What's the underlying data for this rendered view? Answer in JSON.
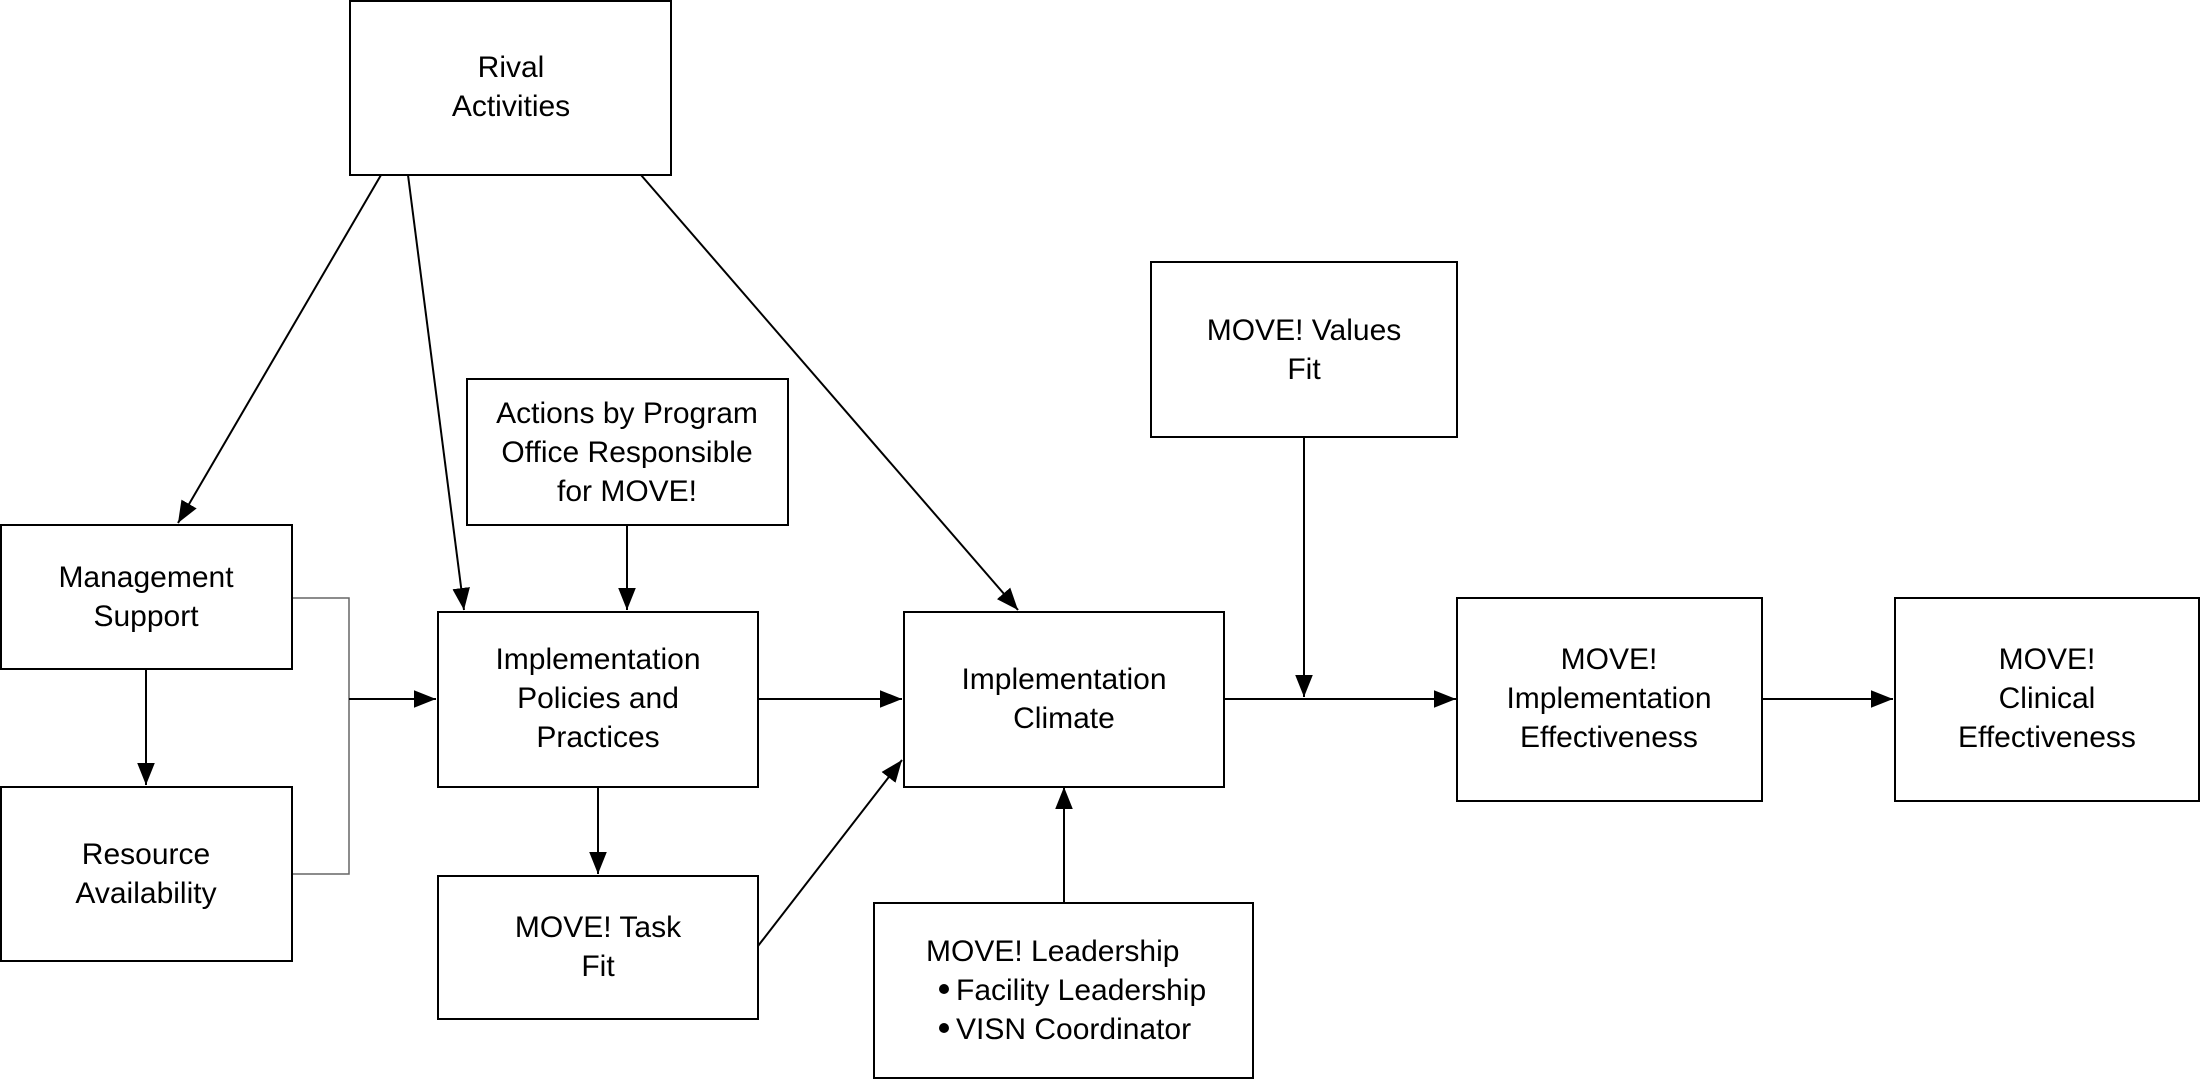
{
  "nodes": {
    "rival": [
      "Rival",
      "Activities"
    ],
    "actions": [
      "Actions by Program",
      "Office Responsible",
      "for MOVE!"
    ],
    "mgmt": [
      "Management",
      "Support"
    ],
    "resource": [
      "Resource",
      "Availability"
    ],
    "policies": [
      "Implementation",
      "Policies and",
      "Practices"
    ],
    "task": [
      "MOVE! Task",
      "Fit"
    ],
    "climate": [
      "Implementation",
      "Climate"
    ],
    "values": [
      "MOVE! Values",
      "Fit"
    ],
    "leadership": {
      "title": "MOVE! Leadership",
      "items": [
        "Facility Leadership",
        "VISN Coordinator"
      ]
    },
    "impl_eff": [
      "MOVE!",
      "Implementation",
      "Effectiveness"
    ],
    "clin_eff": [
      "MOVE!",
      "Clinical",
      "Effectiveness"
    ]
  },
  "edges": [
    {
      "from": "rival",
      "to": "mgmt"
    },
    {
      "from": "rival",
      "to": "policies"
    },
    {
      "from": "rival",
      "to": "climate"
    },
    {
      "from": "actions",
      "to": "policies"
    },
    {
      "from": "mgmt",
      "to": "resource"
    },
    {
      "from": "mgmt",
      "to": "policies"
    },
    {
      "from": "resource",
      "to": "policies"
    },
    {
      "from": "policies",
      "to": "climate"
    },
    {
      "from": "policies",
      "to": "task"
    },
    {
      "from": "task",
      "to": "climate"
    },
    {
      "from": "leadership",
      "to": "climate"
    },
    {
      "from": "values",
      "to": "climate-to-impl_eff"
    },
    {
      "from": "climate",
      "to": "impl_eff"
    },
    {
      "from": "impl_eff",
      "to": "clin_eff"
    }
  ]
}
